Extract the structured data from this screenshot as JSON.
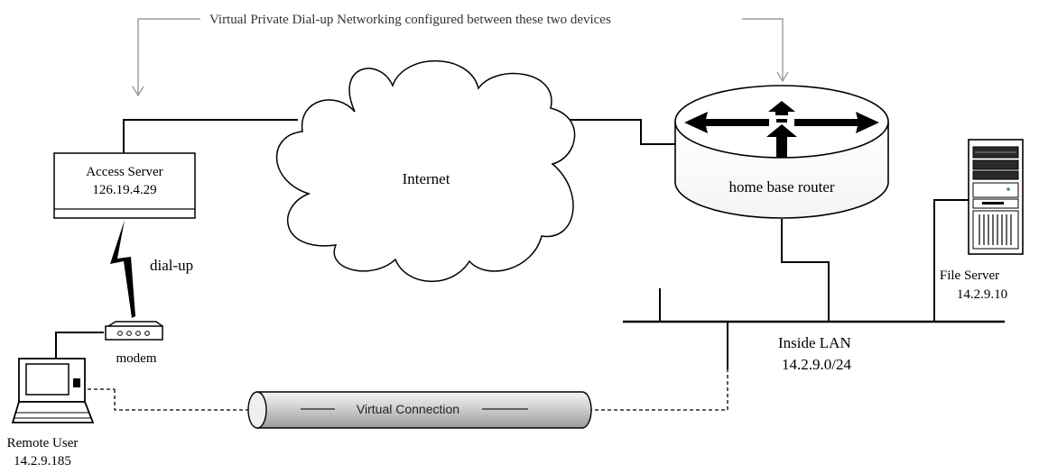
{
  "banner": {
    "text": "Virtual Private Dial-up Networking configured between these two devices"
  },
  "access_server": {
    "name": "Access Server",
    "ip": "126.19.4.29"
  },
  "link": {
    "dialup_label": "dial-up"
  },
  "modem": {
    "label": "modem"
  },
  "remote_user": {
    "name": "Remote User",
    "ip": "14.2.9.185"
  },
  "internet": {
    "label": "Internet"
  },
  "router": {
    "label": "home base router"
  },
  "file_server": {
    "name": "File Server",
    "ip": "14.2.9.10"
  },
  "lan": {
    "name": "Inside LAN",
    "subnet": "14.2.9.0/24"
  },
  "tunnel": {
    "label": "Virtual Connection"
  },
  "colors": {
    "tunnel_fill": "#c8c8c8",
    "line": "#000000",
    "arrow": "#888888"
  }
}
